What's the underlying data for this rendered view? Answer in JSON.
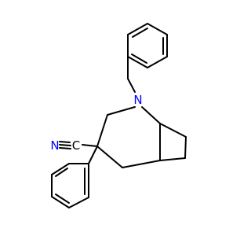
{
  "atoms": {
    "n": {
      "label": "N",
      "color": "#0000ff"
    },
    "nitrile_n": {
      "label": "N",
      "color": "#0000ff"
    },
    "nitrile_c": {
      "label": "C",
      "color": "#000000"
    }
  }
}
